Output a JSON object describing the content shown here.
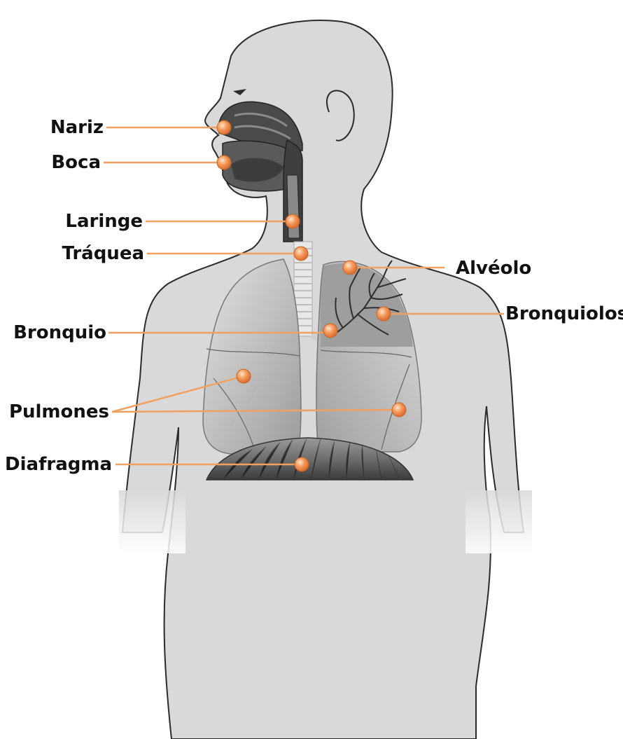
{
  "labels": {
    "nariz": "Nariz",
    "boca": "Boca",
    "laringe": "Laringe",
    "traquea": "Tráquea",
    "bronquio": "Bronquio",
    "pulmones": "Pulmones",
    "diafragma": "Diafragma",
    "alveolo": "Alvéolo",
    "bronquiolos": "Bronquiolos"
  },
  "colors": {
    "body_fill": "#d9d9d9",
    "outline": "#2b2b2b",
    "leader": "#f0a060",
    "marker": "#f08a4b",
    "lung": "#bdbdbd",
    "dark_organ": "#5a5a5a"
  }
}
